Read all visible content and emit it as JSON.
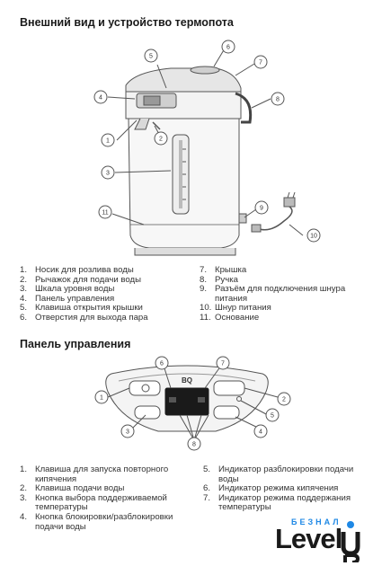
{
  "section1": {
    "title": "Внешний вид и устройство термопота",
    "callouts": [
      "1",
      "2",
      "3",
      "4",
      "5",
      "6",
      "7",
      "8",
      "9",
      "10",
      "11"
    ],
    "list_left": [
      {
        "n": "1.",
        "t": "Носик для розлива воды"
      },
      {
        "n": "2.",
        "t": "Рычажок для подачи воды"
      },
      {
        "n": "3.",
        "t": "Шкала уровня воды"
      },
      {
        "n": "4.",
        "t": "Панель управления"
      },
      {
        "n": "5.",
        "t": "Клавиша открытия крышки"
      },
      {
        "n": "6.",
        "t": "Отверстия для выхода пара"
      }
    ],
    "list_right": [
      {
        "n": "7.",
        "t": "Крышка"
      },
      {
        "n": "8.",
        "t": "Ручка"
      },
      {
        "n": "9.",
        "t": "Разъём для подключения шнура питания"
      },
      {
        "n": "10.",
        "t": "Шнур питания"
      },
      {
        "n": "11.",
        "t": "Основание"
      }
    ]
  },
  "section2": {
    "title": "Панель управления",
    "panel_brand": "BQ",
    "callouts": [
      "1",
      "2",
      "3",
      "4",
      "5",
      "6",
      "7",
      "8"
    ],
    "list_left": [
      {
        "n": "1.",
        "t": "Клавиша для запуска повторного кипячения"
      },
      {
        "n": "2.",
        "t": "Клавиша подачи воды"
      },
      {
        "n": "3.",
        "t": "Кнопка выбора поддерживаемой температуры"
      },
      {
        "n": "4.",
        "t": "Кнопка блокировки/разблокировки подачи воды"
      }
    ],
    "list_right": [
      {
        "n": "5.",
        "t": "Индикатор разблокировки подачи воды"
      },
      {
        "n": "6.",
        "t": "Индикатор режима кипячения"
      },
      {
        "n": "7.",
        "t": "Индикатор режима поддержания температуры"
      }
    ]
  },
  "watermark": {
    "top": "БЕЗНАЛ",
    "main": "Level"
  },
  "colors": {
    "accent": "#1e88e5",
    "line": "#555555",
    "text": "#333333"
  }
}
